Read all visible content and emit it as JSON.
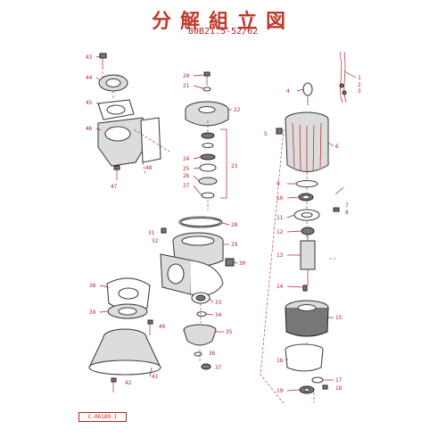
{
  "title": "分解組立図",
  "subtitle": "80B21.5-52/62",
  "footer_code": "C-06189-1",
  "labels": [
    "1",
    "2",
    "3",
    "4",
    "5",
    "6",
    "7",
    "8",
    "9",
    "10",
    "11",
    "12",
    "13",
    "14",
    "15",
    "16",
    "17",
    "18",
    "19",
    "20",
    "21",
    "22",
    "23",
    "24",
    "25",
    "26",
    "27",
    "28",
    "29",
    "30",
    "31",
    "32",
    "33",
    "34",
    "35",
    "36",
    "37",
    "38",
    "39",
    "40",
    "41",
    "42",
    "43",
    "44",
    "45",
    "46",
    "47",
    "48"
  ],
  "colors": {
    "label": "#b22222",
    "title": "#c0392b",
    "part_stroke": "#444444"
  }
}
